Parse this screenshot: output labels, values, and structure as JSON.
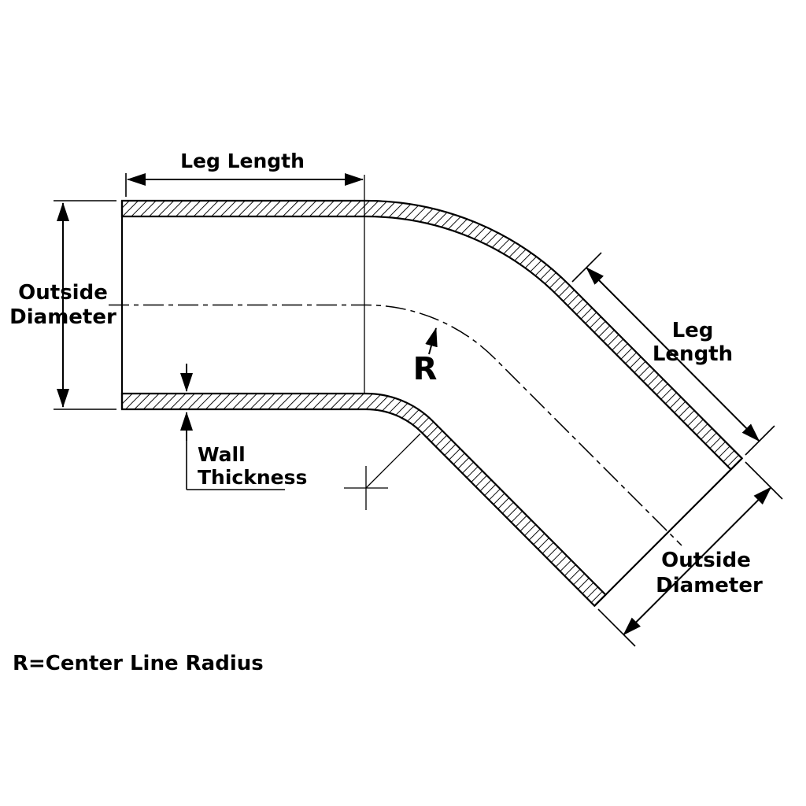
{
  "colors": {
    "line": "#000000",
    "accent_red": "#fe0000",
    "background": "#ffffff"
  },
  "labels": {
    "top_leg_length": "Leg Length",
    "left_od_line1": "Outside",
    "left_od_line2": "Diameter",
    "radius_symbol": "R",
    "wall_thickness_line1": "Wall",
    "wall_thickness_line2": "Thickness",
    "right_leg_length_line1": "Leg",
    "right_leg_length_line2": "Length",
    "right_od_line1": "Outside",
    "right_od_line2": "Diameter",
    "footnote": "R=Center Line Radius"
  }
}
